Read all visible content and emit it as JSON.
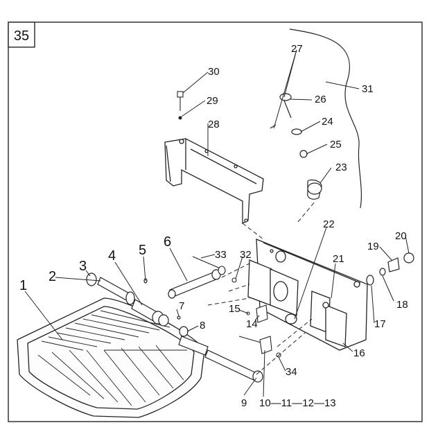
{
  "page_label": "35",
  "callouts": {
    "n1": "1",
    "n2": "2",
    "n3": "3",
    "n4": "4",
    "n5": "5",
    "n6": "6",
    "n7": "7",
    "n8": "8",
    "n9": "9",
    "n10_13": "10—11—12—13",
    "n14": "14",
    "n15": "15",
    "n16": "16",
    "n17": "17",
    "n18": "18",
    "n19": "19",
    "n20": "20",
    "n21": "21",
    "n22": "22",
    "n23": "23",
    "n24": "24",
    "n25": "25",
    "n26": "26",
    "n27": "27",
    "n28": "28",
    "n29": "29",
    "n30": "30",
    "n31": "31",
    "n32": "32",
    "n33": "33",
    "n34": "34"
  }
}
